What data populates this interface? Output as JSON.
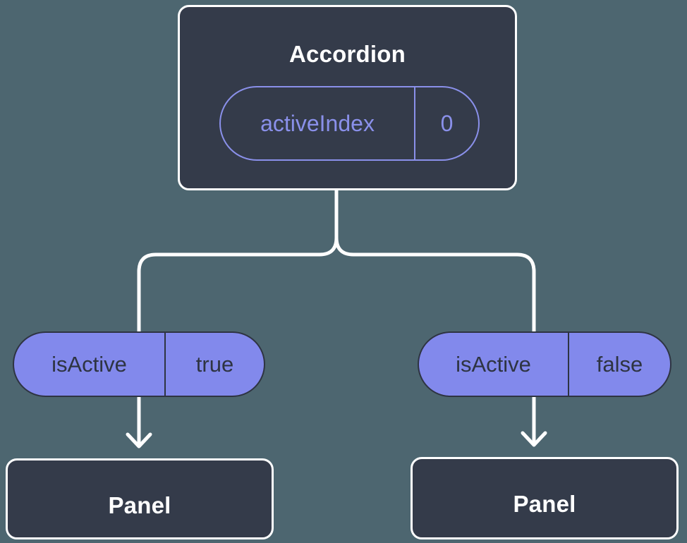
{
  "diagram": {
    "type": "component-tree",
    "background_color": "#4d6670",
    "root": {
      "name": "accordion-node",
      "title": "Accordion",
      "box_color": "#343b4a",
      "border_color": "#ffffff",
      "state": {
        "key": "activeIndex",
        "value": "0",
        "accent_color": "#8a90ea"
      }
    },
    "children": [
      {
        "name": "panel-left",
        "prop": {
          "key": "isActive",
          "value": "true"
        },
        "title": "Panel",
        "pill_color": "#8289ec",
        "pill_text_color": "#2e3442"
      },
      {
        "name": "panel-right",
        "prop": {
          "key": "isActive",
          "value": "false"
        },
        "title": "Panel",
        "pill_color": "#8289ec",
        "pill_text_color": "#2e3442"
      }
    ],
    "connector_color": "#ffffff"
  }
}
